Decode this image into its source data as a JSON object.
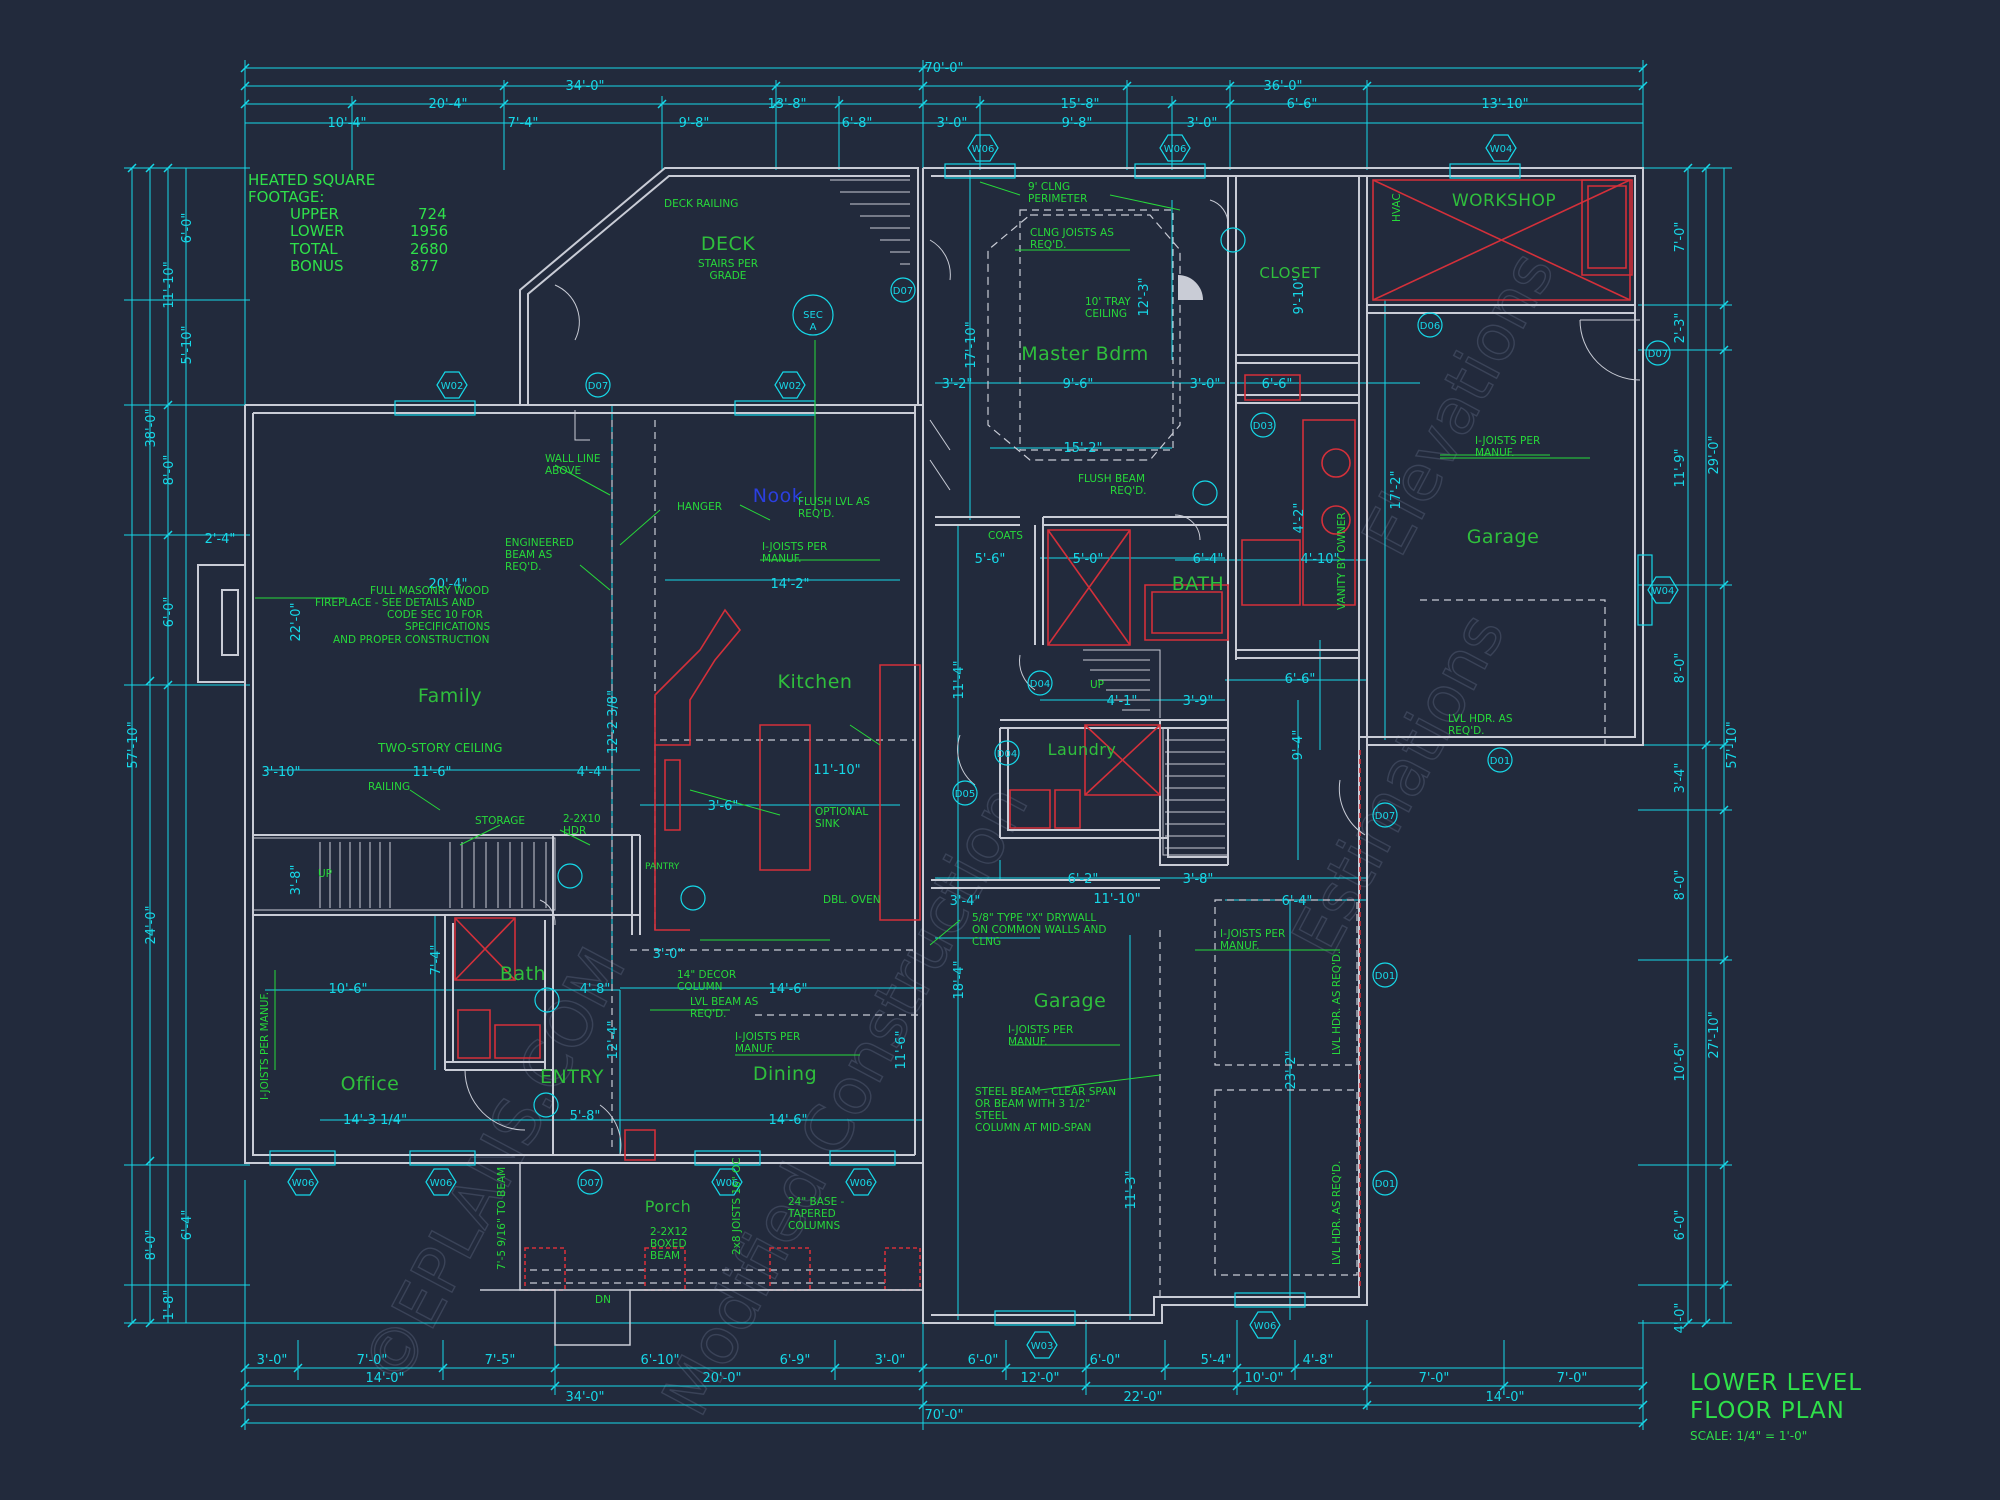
{
  "sheet": {
    "title_line1": "LOWER LEVEL",
    "title_line2": "FLOOR PLAN",
    "scale": "SCALE: 1/4\" = 1'-0\""
  },
  "watermarks": [
    "©EPLANS.COM",
    "Elevations",
    "Modified Construction",
    "Estimations"
  ],
  "square_footage": {
    "heading_1": "HEATED SQUARE",
    "heading_2": "FOOTAGE:",
    "rows": [
      {
        "label": "UPPER",
        "value": "724"
      },
      {
        "label": "LOWER",
        "value": "1956"
      },
      {
        "label": "TOTAL",
        "value": "2680"
      },
      {
        "label": "BONUS",
        "value": "877"
      }
    ]
  },
  "rooms": {
    "deck": "DECK",
    "master_bdrm": "Master Bdrm",
    "closet": "CLOSET",
    "workshop": "WORKSHOP",
    "family": "Family",
    "kitchen": "Kitchen",
    "nook": "Nook",
    "bath_upper": "BATH",
    "laundry": "Laundry",
    "garage_right": "Garage",
    "garage_center": "Garage",
    "bath_lower": "Bath",
    "office": "Office",
    "entry": "ENTRY",
    "dining": "Dining",
    "porch": "Porch"
  },
  "dims_top": {
    "overall": "70'-0\"",
    "left_34": "34'-0\"",
    "right_36": "36'-0\"",
    "r2": [
      "20'-4\"",
      "13'-8\"",
      "15'-8\"",
      "6'-6\"",
      "13'-10\""
    ],
    "r3": [
      "10'-4\"",
      "7'-4\"",
      "9'-8\"",
      "6'-8\"",
      "3'-0\"",
      "9'-8\"",
      "3'-0\""
    ]
  },
  "dims_bottom": {
    "r1": [
      "3'-0\"",
      "7'-0\"",
      "7'-5\"",
      "6'-10\"",
      "6'-9\"",
      "3'-0\"",
      "6'-0\"",
      "6'-0\"",
      "5'-4\"",
      "4'-8\""
    ],
    "r2": [
      "14'-0\"",
      "20'-0\"",
      "12'-0\"",
      "10'-0\"",
      "7'-0\"",
      "7'-0\""
    ],
    "r3": [
      "34'-0\"",
      "22'-0\"",
      "14'-0\""
    ],
    "overall": "70'-0\""
  },
  "dims_left": {
    "overall": "57'-10\"",
    "r2": [
      "38'-0\"",
      "24'-0\"",
      "8'-0\""
    ],
    "r3": [
      "11'-10\"",
      "8'-0\"",
      "6'-0\"",
      "1'-8\""
    ],
    "r4": [
      "6'-0\"",
      "5'-10\"",
      "22'-0\"",
      "6'-4\""
    ]
  },
  "dims_right": {
    "overall": "57'-10\"",
    "r2": [
      "29'-0\"",
      "27'-10\""
    ],
    "r3": [
      "7'-0\"",
      "2'-3\"",
      "11'-9\"",
      "8'-0\"",
      "3'-4\"",
      "8'-0\"",
      "10'-6\"",
      "6'-0\"",
      "4'-0\""
    ]
  },
  "dims_interior": {
    "d_2_4": "2'-4\"",
    "d_20_4": "20'-4\"",
    "d_14_2": "14'-2\"",
    "d_3_10": "3'-10\"",
    "d_11_6": "11'-6\"",
    "d_4_4": "4'-4\"",
    "d_3_6": "3'-6\"",
    "d_11_10": "11'-10\"",
    "d_3_2": "3'-2\"",
    "d_9_6": "9'-6\"",
    "d_3_0": "3'-0\"",
    "d_15_2": "15'-2\"",
    "d_6_6": "6'-6\"",
    "d_5_6": "5'-6\"",
    "d_5_0": "5'-0\"",
    "d_6_4": "6'-4\"",
    "d_4_10": "4'-10\"",
    "d_4_1": "4'-1\"",
    "d_3_9": "3'-9\"",
    "d_6_6b": "6'-6\"",
    "d_6_2": "6'-2\"",
    "d_3_8": "3'-8\"",
    "d_6_4b": "6'-4\"",
    "d_3_4": "3'-4\"",
    "d_11_10b": "11'-10\"",
    "d_10_6": "10'-6\"",
    "d_4_8": "4'-8\"",
    "d_14_6": "14'-6\"",
    "d_3_0b": "3'-0\"",
    "d_14_3": "14'-3 1/4\"",
    "d_5_8": "5'-8\"",
    "d_14_6b": "14'-6\"",
    "v_17_10": "17'-10\"",
    "v_12_3": "12'-3\"",
    "v_9_10": "9'-10\"",
    "v_17_2": "17'-2\"",
    "v_4_2": "4'-2\"",
    "v_12_2": "12'-2 3/8\"",
    "v_11_4": "11'-4\"",
    "v_9_4": "9'-4\"",
    "v_18_4": "18'-4\"",
    "v_11_3": "11'-3\"",
    "v_23_2": "23'-2\"",
    "v_11_6": "11'-6\"",
    "v_12_4": "12'-4\"",
    "v_7_4": "7'-4\"",
    "v_3_8": "3'-8\""
  },
  "tags": {
    "w06_a": "W06",
    "w06_b": "W06",
    "w04_a": "W04",
    "w02_a": "W02",
    "w02_b": "W02",
    "d07_a": "D07",
    "d07_b": "D07",
    "d07_c": "D07",
    "d07_d": "D07",
    "d07_e": "D07",
    "d01_a": "D01",
    "d01_b": "D01",
    "d01_c": "D01",
    "w04_b": "W04",
    "w06_c": "W06",
    "w06_d": "W06",
    "w06_e": "W06",
    "w06_f": "W06",
    "w03": "W03",
    "w06_g": "W06",
    "d03_a": "D03",
    "d04_a": "D04",
    "d04_b": "D04",
    "d05": "D05",
    "d06": "D06",
    "sec_1": "SEC",
    "sec_2": "A"
  },
  "notes": {
    "deck_railing": "DECK RAILING",
    "stairs_per_grade_1": "STAIRS PER",
    "stairs_per_grade_2": "GRADE",
    "clng_perimeter_1": "9' CLNG",
    "clng_perimeter_2": "PERIMETER",
    "clng_joists_1": "CLNG JOISTS AS",
    "clng_joists_2": "REQ'D.",
    "tray_1": "10' TRAY",
    "tray_2": "CEILING",
    "ijoists_1": "I-JOISTS PER",
    "ijoists_2": "MANUF.",
    "wall_line_1": "WALL LINE",
    "wall_line_2": "ABOVE",
    "hanger": "HANGER",
    "flush_lvl_1": "FLUSH LVL AS",
    "flush_lvl_2": "REQ'D.",
    "eng_beam_1": "ENGINEERED",
    "eng_beam_2": "BEAM AS",
    "eng_beam_3": "REQ'D.",
    "fireplace_1": "FULL MASONRY WOOD",
    "fireplace_2": "FIREPLACE - SEE DETAILS AND",
    "fireplace_3": "CODE SEC 10 FOR",
    "fireplace_4": "SPECIFICATIONS",
    "fireplace_5": "AND PROPER CONSTRUCTION",
    "two_story": "TWO-STORY CEILING",
    "railing": "RAILING",
    "storage": "STORAGE",
    "hdr_1": "2-2X10",
    "hdr_2": "HDR",
    "pantry": "PANTRY",
    "optional_sink_1": "OPTIONAL",
    "optional_sink_2": "SINK",
    "dbl_oven": "DBL. OVEN",
    "coats": "COATS",
    "flush_clng_1": "FLUSH BEAM",
    "flush_clng_2": "REQ'D.",
    "drywall_1": "5/8\" TYPE \"X\" DRYWALL",
    "drywall_2": "ON COMMON WALLS AND",
    "drywall_3": "CLNG",
    "decor_col_1": "14\" DECOR",
    "decor_col_2": "COLUMN",
    "lvl_beam_1": "LVL BEAM AS",
    "lvl_beam_2": "REQ'D.",
    "steel_1": "STEEL BEAM - CLEAR SPAN",
    "steel_2": "OR BEAM WITH 3 1/2\"",
    "steel_3": "STEEL",
    "steel_4": "COLUMN AT MID-SPAN",
    "lvl_hdr_1": "LVL HDR. AS",
    "lvl_hdr_2": "REQ'D.",
    "boxed_beam_1": "2-2X12",
    "boxed_beam_2": "BOXED",
    "boxed_beam_3": "BEAM",
    "col_1": "24\" BASE -",
    "col_2": "TAPERED",
    "col_3": "COLUMNS",
    "to_beam": "7'-5 9/16\" TO BEAM",
    "joists_16": "2x8 JOISTS 16\" OC",
    "dn": "DN",
    "up_1": "UP",
    "up_2": "UP",
    "vanity": "VANITY BY OWNER",
    "hvac": "HVAC",
    "ijoists_office": "I-JOISTS PER MANUF.",
    "lvl_hdr_v": "LVL HDR. AS REQ'D."
  }
}
